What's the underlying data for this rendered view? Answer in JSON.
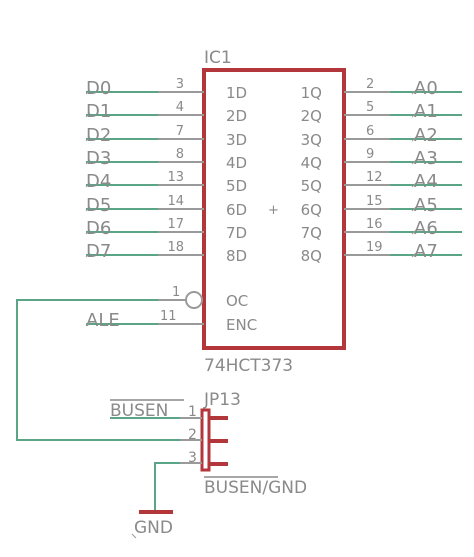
{
  "ic": {
    "name": "IC1",
    "part": "74HCT373",
    "left_pins": [
      {
        "pin_no": "3",
        "pin_label": "1D",
        "net": "D0"
      },
      {
        "pin_no": "4",
        "pin_label": "2D",
        "net": "D1"
      },
      {
        "pin_no": "7",
        "pin_label": "3D",
        "net": "D2"
      },
      {
        "pin_no": "8",
        "pin_label": "4D",
        "net": "D3"
      },
      {
        "pin_no": "13",
        "pin_label": "5D",
        "net": "D4"
      },
      {
        "pin_no": "14",
        "pin_label": "6D",
        "net": "D5"
      },
      {
        "pin_no": "17",
        "pin_label": "7D",
        "net": "D6"
      },
      {
        "pin_no": "18",
        "pin_label": "8D",
        "net": "D7"
      }
    ],
    "right_pins": [
      {
        "pin_no": "2",
        "pin_label": "1Q",
        "net": "A0"
      },
      {
        "pin_no": "5",
        "pin_label": "2Q",
        "net": "A1"
      },
      {
        "pin_no": "6",
        "pin_label": "3Q",
        "net": "A2"
      },
      {
        "pin_no": "9",
        "pin_label": "4Q",
        "net": "A3"
      },
      {
        "pin_no": "12",
        "pin_label": "5Q",
        "net": "A4"
      },
      {
        "pin_no": "15",
        "pin_label": "6Q",
        "net": "A5"
      },
      {
        "pin_no": "16",
        "pin_label": "7Q",
        "net": "A6"
      },
      {
        "pin_no": "19",
        "pin_label": "8Q",
        "net": "A7"
      }
    ],
    "oc_pin": {
      "pin_no": "1",
      "pin_label": "OC"
    },
    "enc_pin": {
      "pin_no": "11",
      "pin_label": "ENC",
      "net": "ALE"
    },
    "origin_marker": "+"
  },
  "jumper": {
    "name": "JP13",
    "value": "BUSEN/GND",
    "value_overline": "BUSEN",
    "value_rest": "/GND",
    "pins": [
      "1",
      "2",
      "3"
    ],
    "pin1_net": "BUSEN"
  },
  "ground": {
    "label": "GND"
  },
  "colors": {
    "wire": "#5aa585",
    "body": "#b3363b",
    "text": "#8a8a8a"
  }
}
